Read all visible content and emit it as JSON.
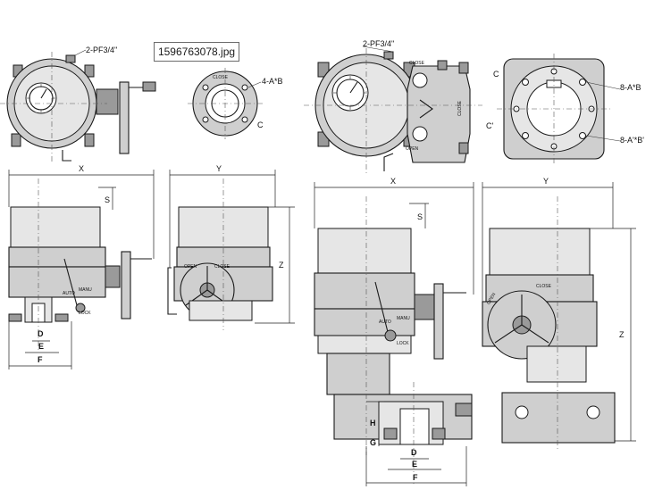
{
  "image_tag": "1596763078.jpg",
  "labels": {
    "port_top_left": "2-PF3/4\"",
    "port_top_right": "2-PF3/4\"",
    "bolt_small": "4-A*B",
    "bolt_right_1": "8-A*B",
    "bolt_right_2": "8-A'*B'",
    "c_small": "C",
    "c_right_1": "C",
    "c_right_2": "C'",
    "close_small": "CLOSE",
    "close_right": "CLOSE",
    "open_right": "OPEN",
    "open_front_small": "OPEN",
    "close_front_small": "CLOSE",
    "open_front_big": "OPEN",
    "close_front_big": "CLOSE",
    "auto_small": "AUTO",
    "manu_small": "MANU",
    "lock_small": "LOCK",
    "auto_big": "AUTO",
    "manu_big": "MANU",
    "lock_big": "LOCK",
    "dim_x_small": "X",
    "dim_y_small": "Y",
    "dim_s_small": "S",
    "dim_z_small": "Z",
    "dim_d_small": "D",
    "dim_e_small": "E",
    "dim_f_small": "F",
    "dim_x_big": "X",
    "dim_y_big": "Y",
    "dim_s_big": "S",
    "dim_z_big": "Z",
    "dim_h_big": "H",
    "dim_g_big": "G",
    "dim_d_big": "D",
    "dim_e_big": "E",
    "dim_f_big": "F"
  }
}
